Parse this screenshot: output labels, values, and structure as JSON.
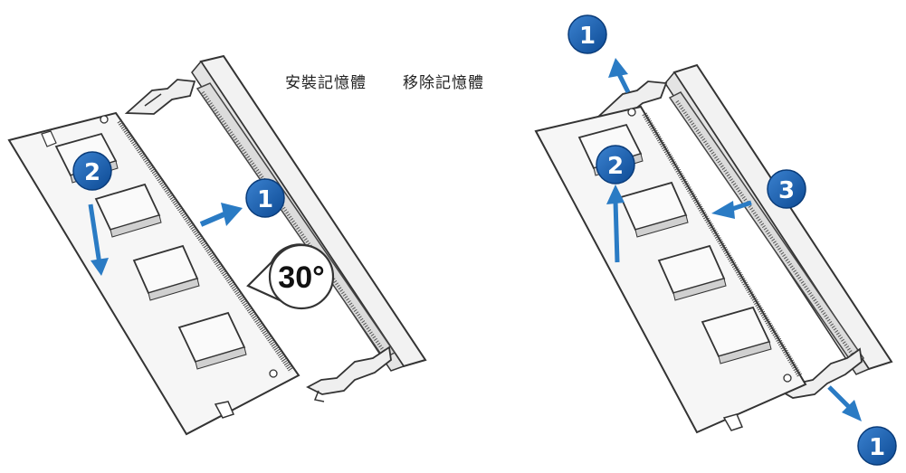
{
  "captions": {
    "install": "安裝記憶體",
    "remove": "移除記憶體"
  },
  "install": {
    "steps": [
      "1",
      "2"
    ],
    "angle": "30°"
  },
  "remove": {
    "steps": [
      "1",
      "1",
      "2",
      "3"
    ]
  },
  "colors": {
    "badge": "#1b5fb0",
    "arrow": "#2a7bc4",
    "outline": "#333333"
  }
}
